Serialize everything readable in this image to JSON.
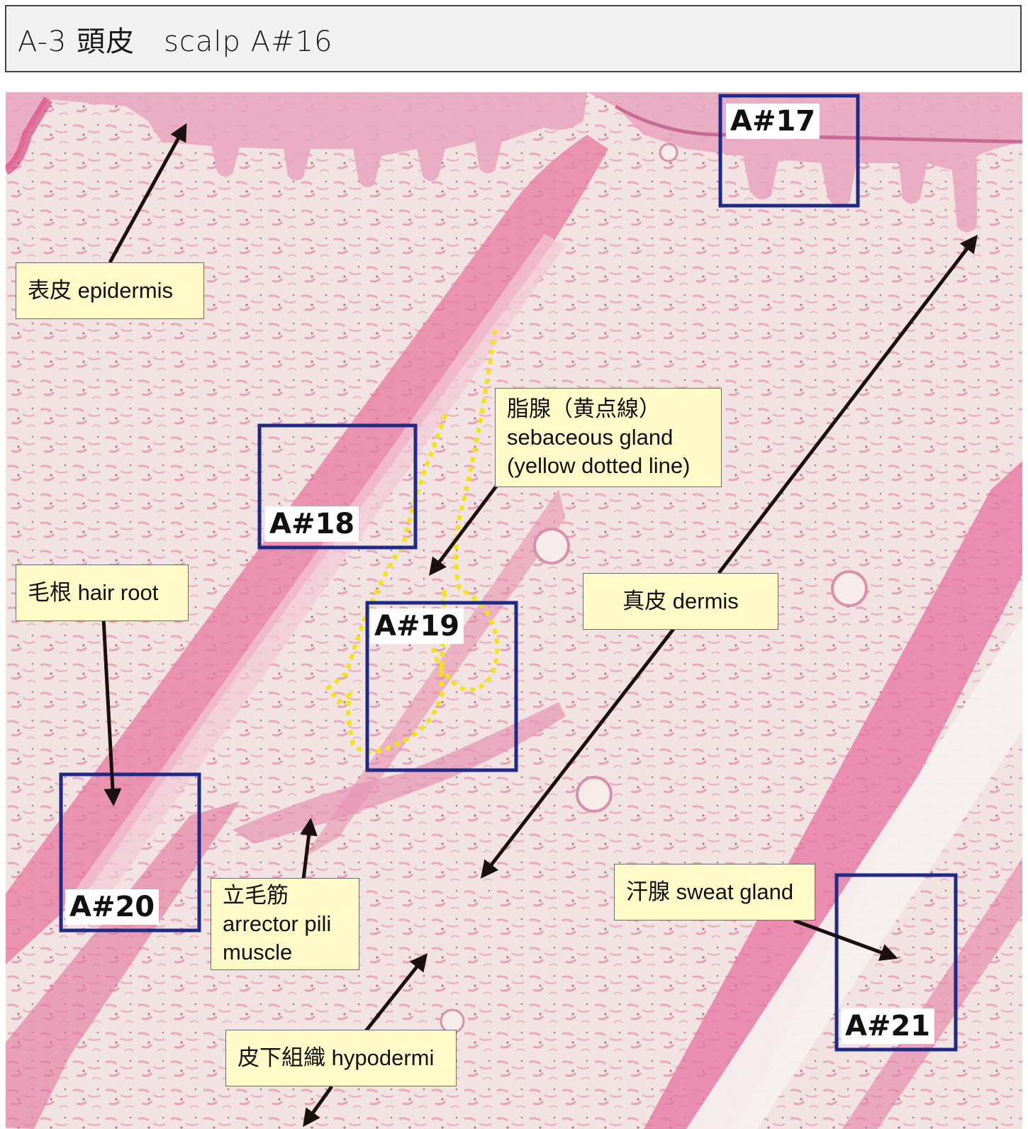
{
  "header": {
    "title": "A-3 頭皮　scalp A#16"
  },
  "labels": {
    "epidermis": "表皮 epidermis",
    "sebaceous_l1": "脂腺（黄点線）",
    "sebaceous_l2": "sebaceous gland",
    "sebaceous_l3": "(yellow dotted line)",
    "hair_root": "毛根 hair root",
    "dermis": "真皮 dermis",
    "arrector_l1": "立毛筋",
    "arrector_l2": "arrector pili",
    "arrector_l3": "muscle",
    "sweat_gland": "汗腺 sweat gland",
    "hypodermis": "皮下組織 hypodermi"
  },
  "references": {
    "a17": "A#17",
    "a18": "A#18",
    "a19": "A#19",
    "a20": "A#20",
    "a21": "A#21"
  },
  "colors": {
    "tissue_background": "#f1e3e1",
    "tissue_pink": "#e36d99",
    "ref_box_border": "#1f2a86",
    "label_fill": "#fffac8",
    "sebaceous_outline": "#f2e414",
    "arrow": "#1a1010"
  }
}
